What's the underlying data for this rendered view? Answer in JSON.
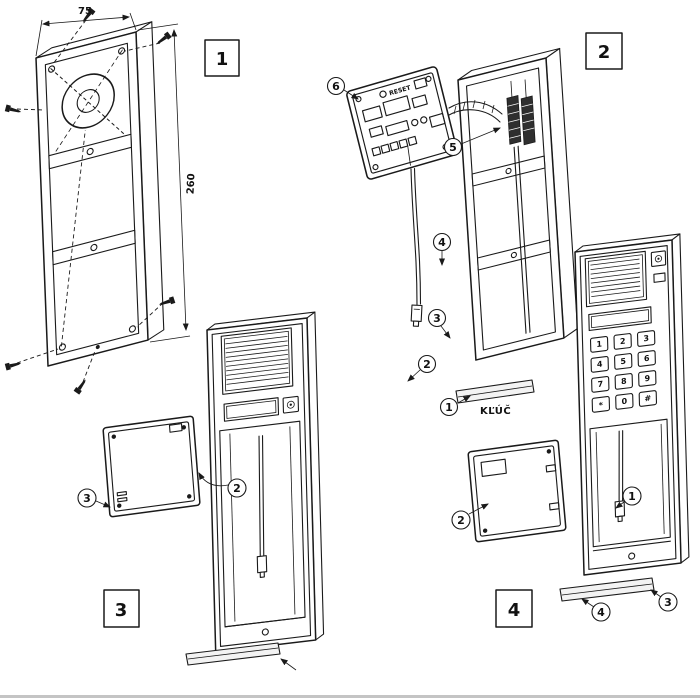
{
  "ink": "#1a1a1a",
  "background": "#ffffff",
  "panel1": {
    "label": "1",
    "dim_width": "75",
    "dim_height": "260"
  },
  "panel2": {
    "label": "2",
    "step1": "1",
    "step2": "2",
    "step3": "3",
    "step4": "4",
    "step5": "5",
    "step6": "6",
    "key_label": "KĽÚČ",
    "reset_label": "RESET"
  },
  "panel3": {
    "label": "3",
    "step2": "2",
    "step3": "3"
  },
  "panel4": {
    "label": "4",
    "step1": "1",
    "step2": "2",
    "step3": "3",
    "step4": "4",
    "keypad": [
      "1",
      "2",
      "3",
      "4",
      "5",
      "6",
      "7",
      "8",
      "9",
      "*",
      "0",
      "#"
    ]
  }
}
